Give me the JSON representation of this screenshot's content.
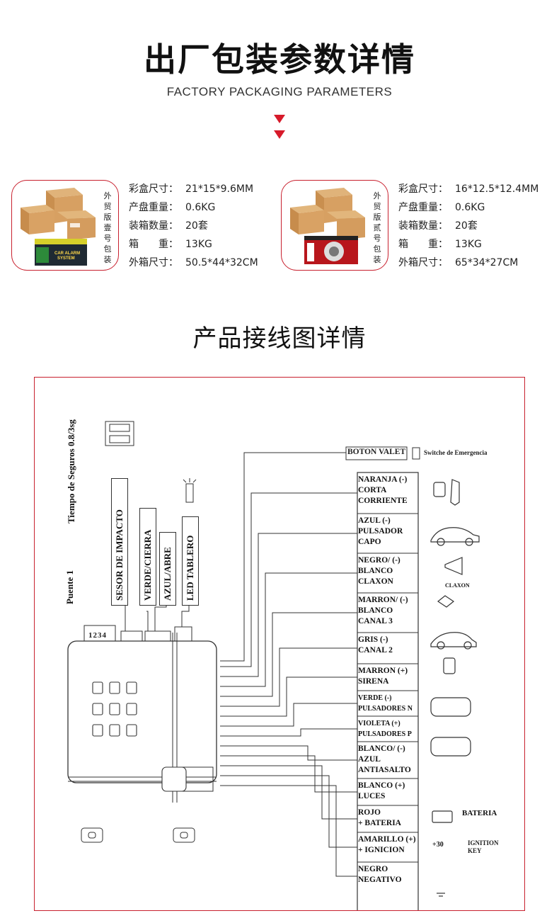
{
  "header": {
    "title": "出厂包装参数详情",
    "subtitle": "FACTORY PACKAGING PARAMETERS"
  },
  "packages": [
    {
      "vertical_label": "外贸版壹号包装",
      "image_text": [
        "CAR ALARM",
        "SYSTEM"
      ],
      "specs": [
        {
          "label": "彩盒尺寸：",
          "value": "21*15*9.6MM"
        },
        {
          "label": "产盘重量：",
          "value": "0.6KG"
        },
        {
          "label": "装箱数量：",
          "value": "20套"
        },
        {
          "label": "箱　　重：",
          "value": "13KG"
        },
        {
          "label": "外箱尺寸：",
          "value": "50.5*44*32CM"
        }
      ]
    },
    {
      "vertical_label": "外贸版贰号包装",
      "image_text": [],
      "specs": [
        {
          "label": "彩盒尺寸：",
          "value": "16*12.5*12.4MM"
        },
        {
          "label": "产盘重量：",
          "value": "0.6KG"
        },
        {
          "label": "装箱数量：",
          "value": "20套"
        },
        {
          "label": "箱　　重：",
          "value": "13KG"
        },
        {
          "label": "外箱尺寸：",
          "value": "65*34*27CM"
        }
      ]
    }
  ],
  "section_title": "产品接线图详情",
  "diagram": {
    "tiempo_label": "Tiempo de Seguros 0.8/3sg",
    "puente_label": "Puente 1",
    "connector_labels": [
      "SESOR DE IMPACTO",
      "VERDE/CIERRA",
      "AZUL/ABRE",
      "LED TABLERO"
    ],
    "pin_numbers": "1234",
    "boton_valet": "BOTON VALET",
    "switch_label": "Switche de Emergencia",
    "claxon_icon_label": "CLAXON",
    "bateria_icon_label": "BATERIA",
    "ignition_icon_label": "IGNITION\nKEY",
    "ignition_plus": "+30",
    "wires": [
      "NARANJA  (-)\nCORTA\nCORRIENTE",
      "AZUL        (-)\nPULSADOR\nCAPO",
      "NEGRO/   (-)\nBLANCO\nCLAXON",
      "MARRON/ (-)\nBLANCO\nCANAL 3",
      "GRIS         (-)\nCANAL 2",
      "MARRON  (+)\nSIRENA",
      "VERDE       (-)\nPULSADORES N",
      "VIOLETA     (+)\nPULSADORES P",
      "BLANCO/  (-)\nAZUL\nANTIASALTO",
      "BLANCO   (+)\nLUCES",
      "ROJO\n+ BATERIA",
      "AMARILLO  (+)\n+ IGNICION",
      "NEGRO\nNEGATIVO"
    ]
  }
}
